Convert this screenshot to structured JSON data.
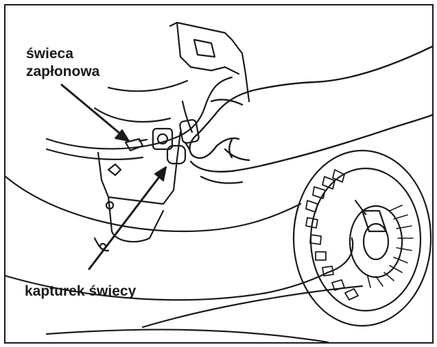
{
  "labels": {
    "spark_plug_line1": "świeca",
    "spark_plug_line2": "zapłonowa",
    "spark_cap": "kapturek świecy"
  },
  "colors": {
    "line": "#1a1a1a",
    "background": "#ffffff"
  }
}
